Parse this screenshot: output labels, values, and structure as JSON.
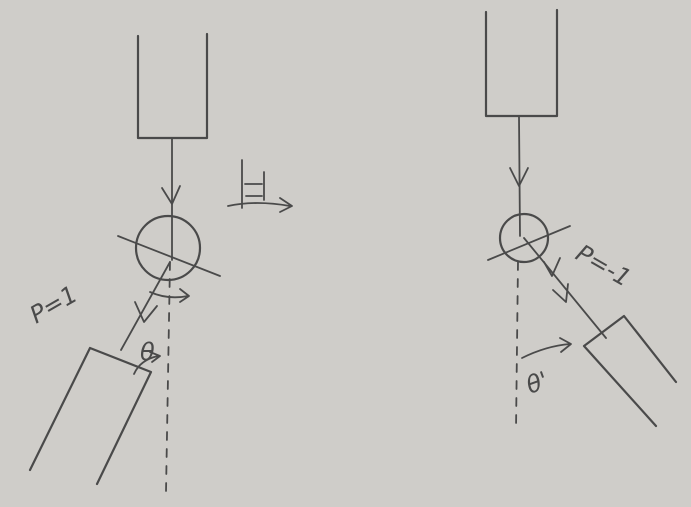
{
  "labels": {
    "left_p": "P=1",
    "left_theta": "θ",
    "right_p": "P=-1",
    "right_theta": "θ'"
  },
  "colors": {
    "paper": "#cfcdc9",
    "ink": "#4a4a4a"
  }
}
